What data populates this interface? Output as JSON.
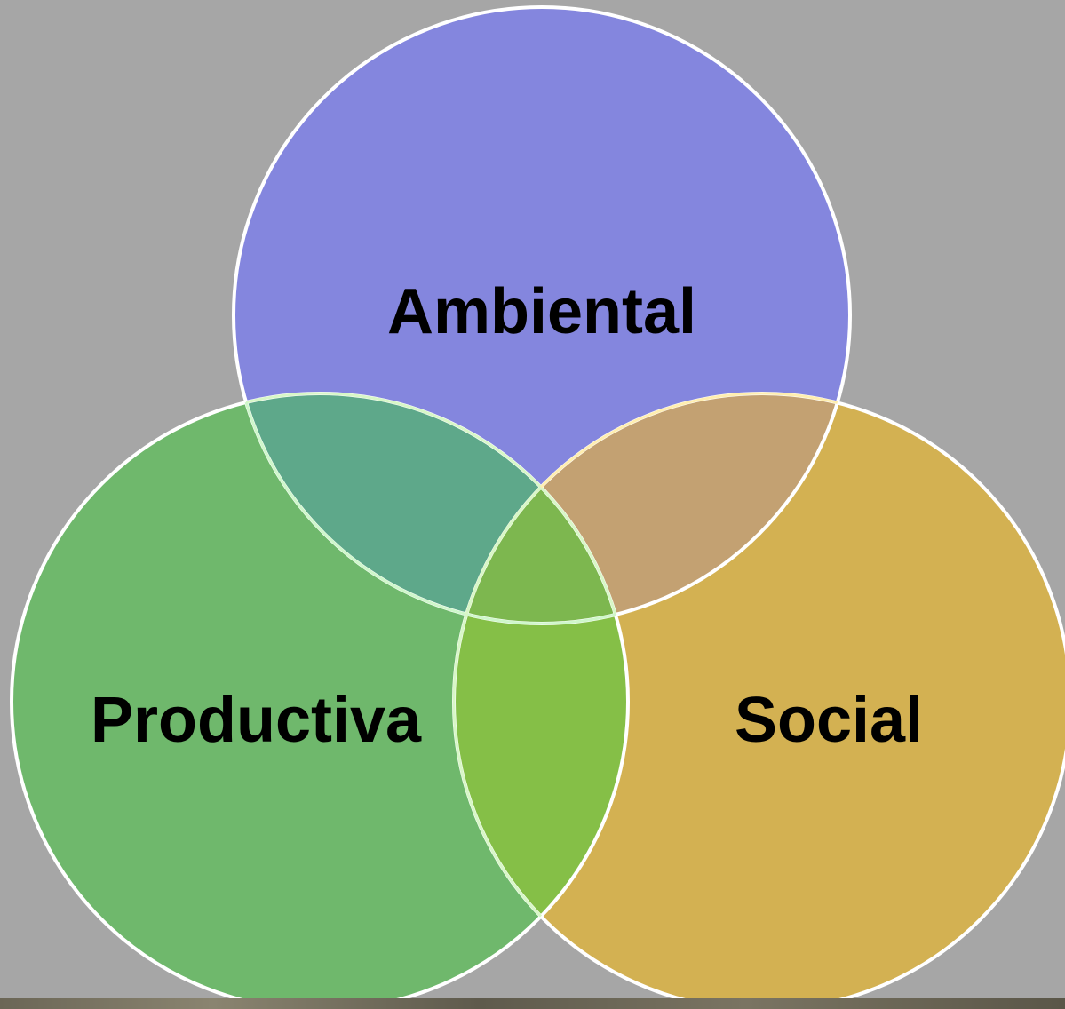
{
  "diagram": {
    "type": "venn",
    "circles": [
      {
        "id": "ambiental",
        "label": "Ambiental",
        "color": "#8486de"
      },
      {
        "id": "productiva",
        "label": "Productiva",
        "color": "#6fb86c"
      },
      {
        "id": "social",
        "label": "Social",
        "color": "#d3b152"
      }
    ],
    "overlaps": {
      "ambiental_productiva": "#5ea88a",
      "ambiental_social": "#c3a172",
      "productiva_social": "#85bf47",
      "center": "#7db74f"
    },
    "outline_color": "#ffffff",
    "background_color": "#a6a6a6"
  }
}
